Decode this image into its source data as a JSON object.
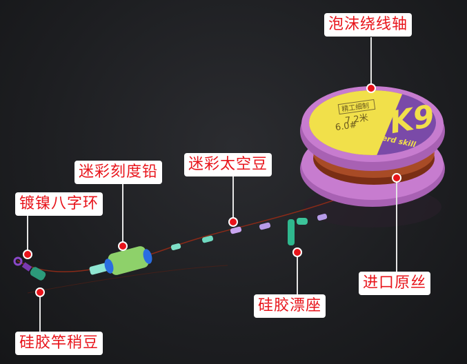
{
  "labels": {
    "foam_spool": "泡沫绕线轴",
    "camo_scale_sinker": "迷彩刻度铅",
    "camo_space_beans": "迷彩太空豆",
    "nickel_swivel": "镀镍八字环",
    "silicone_float_seat": "硅胶漂座",
    "imported_line": "进口原丝",
    "silicone_rod_tip_bean": "硅胶竿稍豆"
  },
  "spool": {
    "badge": "精工细制",
    "length": "7.2米",
    "size": "6.0#",
    "brand": "K9",
    "slogan": "Superd skill"
  },
  "colors": {
    "label_text": "#e8141b",
    "spool_pink": "#c77ccf",
    "spool_yellow": "#f1e04a",
    "spool_purple": "#7a4aa8",
    "line": "#8a2a18"
  }
}
